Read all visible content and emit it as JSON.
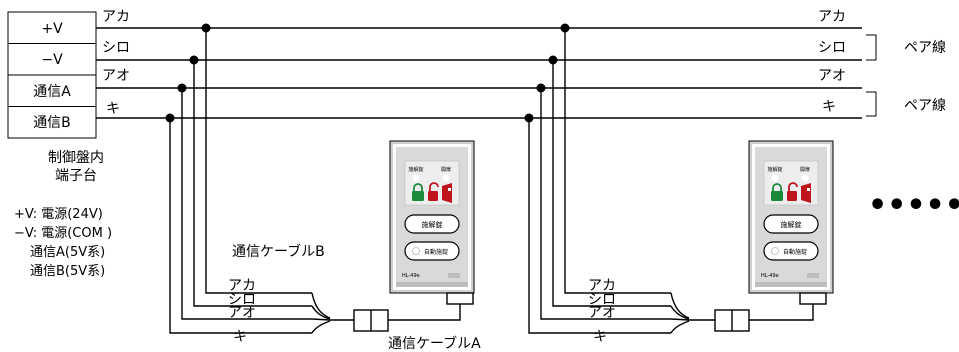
{
  "terminal_block": {
    "rows": [
      "+V",
      "−V",
      "通信A",
      "通信B"
    ],
    "caption": [
      "制御盤内",
      "端子台"
    ]
  },
  "bus_wires": [
    {
      "color_label": "アカ"
    },
    {
      "color_label": "シロ"
    },
    {
      "color_label": "アオ"
    },
    {
      "color_label": "キ"
    }
  ],
  "pair_label": "ペア線",
  "legend": [
    "+V: 電源(24V)",
    "−V: 電源(COM )",
    "通信A(5V系)",
    "通信B(5V系)"
  ],
  "cable_b_label": "通信ケーブルB",
  "cable_a_label": "通信ケーブルA",
  "drop_labels": [
    "アカ",
    "シロ",
    "アオ",
    "キ"
  ],
  "device": {
    "top_labels": [
      "施解錠",
      "開扉"
    ],
    "button_unlock": "施解錠",
    "button_auto": "自動施錠",
    "model": "HL-49e"
  },
  "continuation": "•••••"
}
